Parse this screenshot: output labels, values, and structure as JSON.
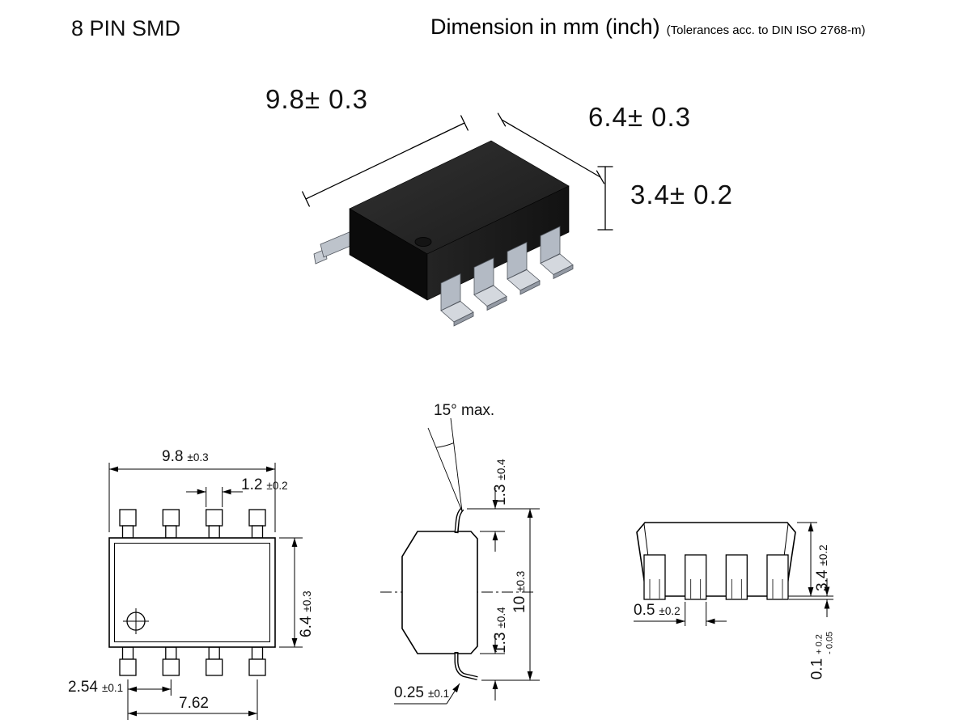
{
  "header": {
    "title": "8 PIN SMD",
    "dim_title": "Dimension in mm (inch)",
    "tolerance_note": "(Tolerances acc. to DIN ISO 2768-m)"
  },
  "iso_view": {
    "length": "9.8± 0.3",
    "width": "6.4± 0.3",
    "height": "3.4± 0.2"
  },
  "top_view": {
    "body_length": "9.8",
    "body_length_tol": "±0.3",
    "lead_width": "1.2",
    "lead_width_tol": "±0.2",
    "body_width": "6.4",
    "body_width_tol": "±0.3",
    "lead_pitch": "2.54",
    "lead_pitch_tol": "±0.1",
    "lead_span": "7.62"
  },
  "side_view": {
    "lead_angle": "15° max.",
    "lead_top": "1.3",
    "lead_top_tol": "±0.4",
    "overall": "10",
    "overall_tol": "±0.3",
    "lead_bottom": "1.3",
    "lead_bottom_tol": "±0.4",
    "lead_thickness": "0.25",
    "lead_thickness_tol": "±0.1"
  },
  "end_view": {
    "lead_width": "0.5",
    "lead_width_tol": "±0.2",
    "body_height": "3.4",
    "body_height_tol": "±0.2",
    "standoff": "0.1",
    "standoff_tol_plus": "+ 0.2",
    "standoff_tol_minus": "- 0.05"
  }
}
